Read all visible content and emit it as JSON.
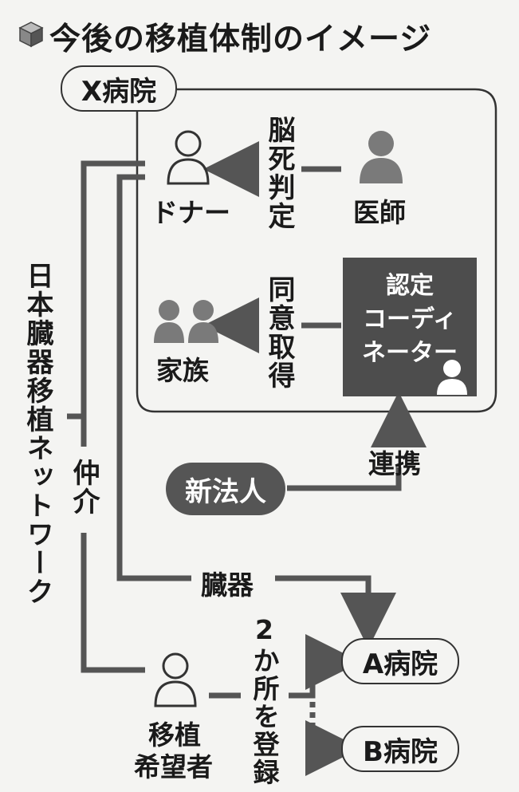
{
  "title": "今後の移植体制のイメージ",
  "nodes": {
    "x_hospital": "X病院",
    "donor": "ドナー",
    "doctor": "医師",
    "family": "家族",
    "coordinator_line1": "認定",
    "coordinator_line2": "コーディ",
    "coordinator_line3": "ネーター",
    "new_corporation": "新法人",
    "a_hospital": "A病院",
    "b_hospital": "B病院",
    "recipient_line1": "移植",
    "recipient_line2": "希望者",
    "network": "日本臓器移植ネットワーク"
  },
  "edge_labels": {
    "brain_death": "脳死判定",
    "consent": "同意取得",
    "cooperation": "連携",
    "mediation": "仲介",
    "organ": "臓器",
    "register_two": "2か所を登録"
  },
  "colors": {
    "line": "#666666",
    "dark_fill": "#4d4d4d",
    "person_fill": "#7a7a7a"
  }
}
